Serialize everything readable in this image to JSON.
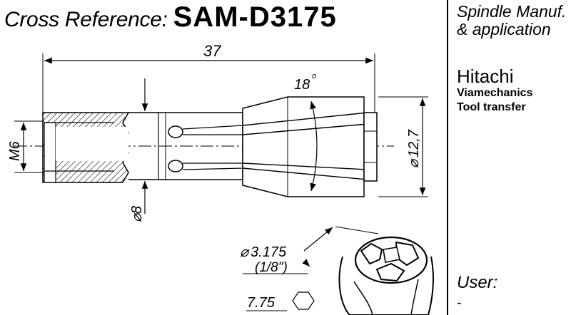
{
  "title": {
    "label": "Cross Reference:",
    "code": "SAM-D3175"
  },
  "side": {
    "heading_line1": "Spindle Manuf.",
    "heading_line2": "& application",
    "manufacturer": "Hitachi",
    "application_line1": "Viamechanics",
    "application_line2": "Tool transfer",
    "user_label": "User:",
    "user_value": "-"
  },
  "dimensions": {
    "overall_length": "37",
    "taper_angle": "18",
    "degree_mark": "o",
    "thread": "M6",
    "shank_diameter": "8",
    "head_diameter": "12,7",
    "bore_diameter": "3.175",
    "bore_inch": "(1/8\")",
    "hex_size": "7.75"
  },
  "symbols": {
    "diameter": "⌀"
  }
}
